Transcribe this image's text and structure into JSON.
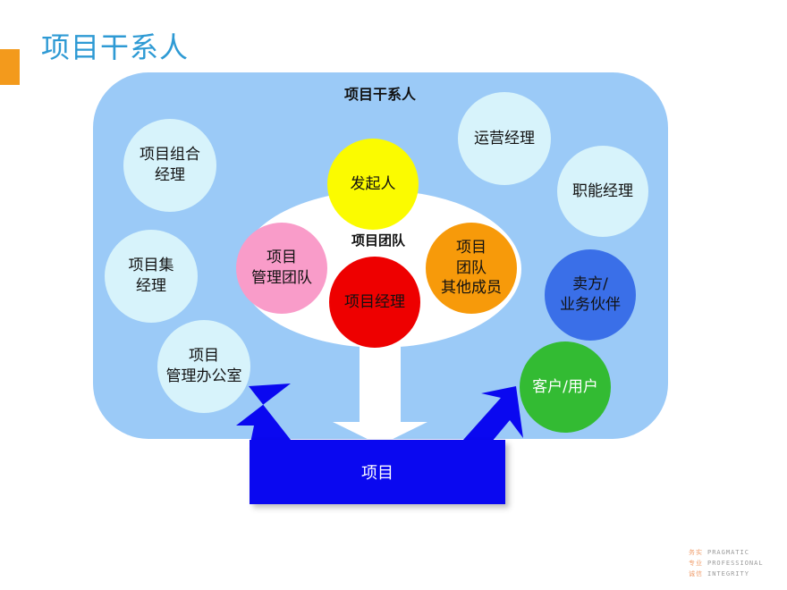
{
  "page": {
    "title": "项目干系人",
    "accent_color": "#f39a1c",
    "title_color": "#2e9ad4"
  },
  "diagram": {
    "panel_title": "项目干系人",
    "panel_color": "#9bcaf7",
    "outer_stakeholders": [
      {
        "id": "portfolio",
        "label": "项目组合\n经理",
        "color": "#d7f3fb"
      },
      {
        "id": "program",
        "label": "项目集\n经理",
        "color": "#d7f3fb"
      },
      {
        "id": "pmo",
        "label": "项目\n管理办公室",
        "color": "#d7f3fb"
      },
      {
        "id": "operations",
        "label": "运营经理",
        "color": "#d7f3fb"
      },
      {
        "id": "functional",
        "label": "职能经理",
        "color": "#d7f3fb"
      },
      {
        "id": "seller",
        "label": "卖方/\n业务伙伴",
        "color": "#3a6fe8"
      },
      {
        "id": "customer",
        "label": "客户/用户",
        "color": "#33bb33"
      }
    ],
    "team": {
      "label": "项目团队",
      "members": [
        {
          "id": "sponsor",
          "label": "发起人",
          "color": "#fbfb00"
        },
        {
          "id": "mgmt-team",
          "label": "项目\n管理团队",
          "color": "#f99cc9"
        },
        {
          "id": "pm",
          "label": "项目经理",
          "color": "#ee0000"
        },
        {
          "id": "others",
          "label": "项目\n团队\n其他成员",
          "color": "#f79a0a"
        }
      ]
    },
    "project": {
      "label": "项目",
      "color": "#0a08f0"
    }
  },
  "footer": {
    "lines": [
      {
        "cn": "务实",
        "en": "PRAGMATIC"
      },
      {
        "cn": "专业",
        "en": "PROFESSIONAL"
      },
      {
        "cn": "诚信",
        "en": "INTEGRITY"
      }
    ]
  }
}
